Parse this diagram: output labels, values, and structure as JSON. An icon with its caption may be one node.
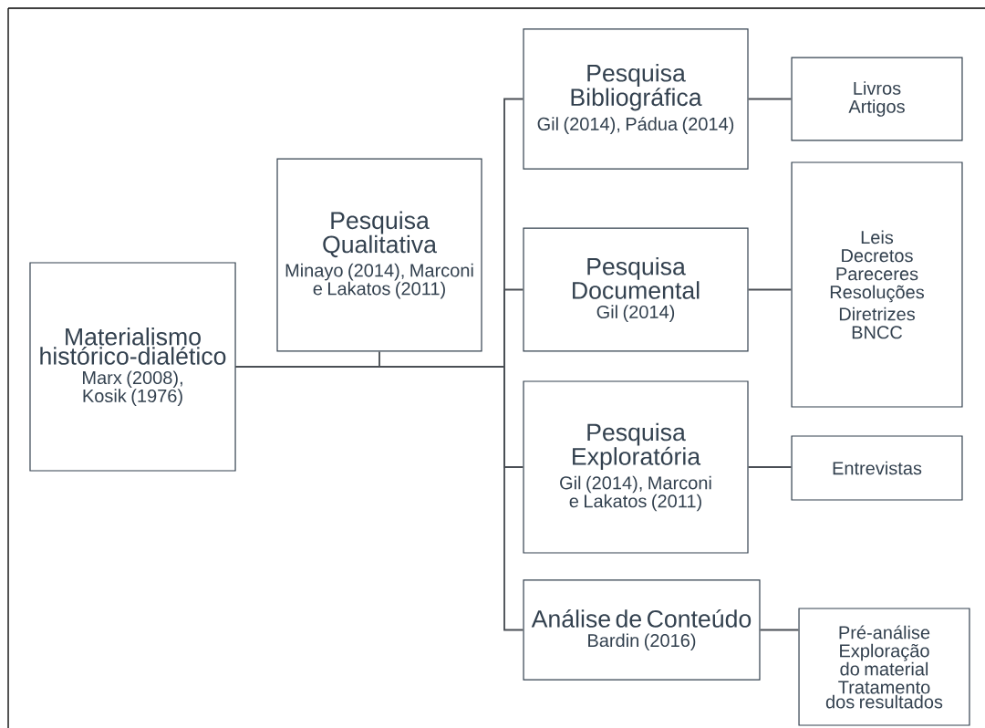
{
  "diagram": {
    "nodes": [
      {
        "text": [
          "Materialismo histórico-dialético",
          "Marx (2008), Kosik (1976)"
        ]
      },
      {
        "text": [
          "Pesquisa Qualitativa",
          "Minayo (2014), Marconi e Lakatos (2011)"
        ]
      },
      {
        "text": [
          "Pesquisa Bibliográfica",
          "Gil (2014), Pádua (2014)"
        ]
      },
      {
        "text": [
          "Livros",
          "Artigos"
        ]
      },
      {
        "text": [
          "Pesquisa Documental",
          "Gil (2014)"
        ]
      },
      {
        "text": [
          "Leis",
          "Decretos",
          "Pareceres",
          "Resoluções",
          "Diretrizes",
          "BNCC"
        ]
      },
      {
        "text": [
          "Pesquisa Exploratória",
          "Gil (2014), Marconi e Lakatos (2011)"
        ]
      },
      {
        "text": [
          "Entrevistas"
        ]
      },
      {
        "text": [
          "Análise de Conteúdo",
          "Bardin (2016)"
        ]
      },
      {
        "text": [
          "Pré-análise",
          "Exploração do material",
          "Tratamento dos resultados"
        ]
      }
    ],
    "edges": [
      {
        "from": 0,
        "to": 1,
        "arrow": "none"
      },
      {
        "from": 0,
        "to": 2,
        "arrow": "none"
      },
      {
        "from": 0,
        "to": 4,
        "arrow": "none"
      },
      {
        "from": 0,
        "to": 6,
        "arrow": "none"
      },
      {
        "from": 0,
        "to": 8,
        "arrow": "none"
      },
      {
        "from": 2,
        "to": 3,
        "arrow": "none"
      },
      {
        "from": 4,
        "to": 5,
        "arrow": "none"
      },
      {
        "from": 6,
        "to": 7,
        "arrow": "none"
      },
      {
        "from": 8,
        "to": 9,
        "arrow": "none"
      }
    ]
  }
}
